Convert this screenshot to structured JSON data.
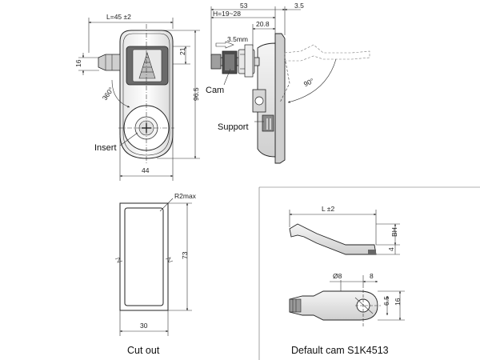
{
  "front_view": {
    "dim_width_top": "L=45 ±2",
    "dim_left": "16",
    "dim_top_right": "21",
    "dim_height": "96.5",
    "dim_width_bottom": "44",
    "angle": "360°",
    "insert_label": "Insert"
  },
  "side_view": {
    "dim_total": "53",
    "dim_flange": "3.5",
    "dim_h": "H=19~28",
    "dim_stroke": "3.5mm",
    "dim_cam_offset": "20.8",
    "angle": "90°",
    "cam_label": "Cam",
    "support_label": "Support"
  },
  "cutout": {
    "radius_label": "R2max",
    "dim_height": "73",
    "dim_width": "30",
    "caption": "Cut out"
  },
  "default_cam": {
    "dim_length": "L ±2",
    "dim_bh": "BH",
    "dim_thickness": "4",
    "dim_hole": "Ø8",
    "dim_hole_offset": "8",
    "dim_width_a": "6.5",
    "dim_width_b": "16",
    "caption": "Default cam S1K4513"
  },
  "colors": {
    "line": "#222222",
    "body_fill": "#f2f2f2",
    "shade_dark": "#555555",
    "shade_mid": "#9a9a9a"
  }
}
